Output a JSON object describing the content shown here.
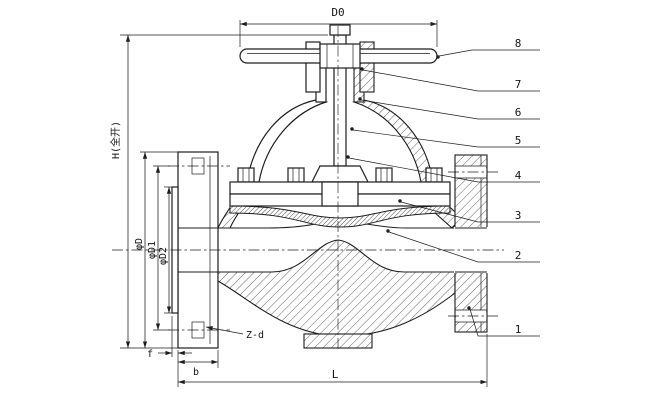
{
  "drawing": {
    "subject": "diaphragm-valve-sectional-drawing",
    "background": "#ffffff",
    "line_color": "#1d1d1d",
    "dimensions": {
      "handwheel_diameter": "D0",
      "open_height": "H(全开)",
      "flange_outer_diameter": "φD",
      "bolt_circle_diameter": "φD1",
      "raised_face_diameter": "φD2",
      "bolt_holes": "Z-d",
      "raised_face_height": "f",
      "flange_thickness": "b",
      "face_to_face_length": "L"
    },
    "part_numbers": [
      "1",
      "2",
      "3",
      "4",
      "5",
      "6",
      "7",
      "8"
    ]
  }
}
